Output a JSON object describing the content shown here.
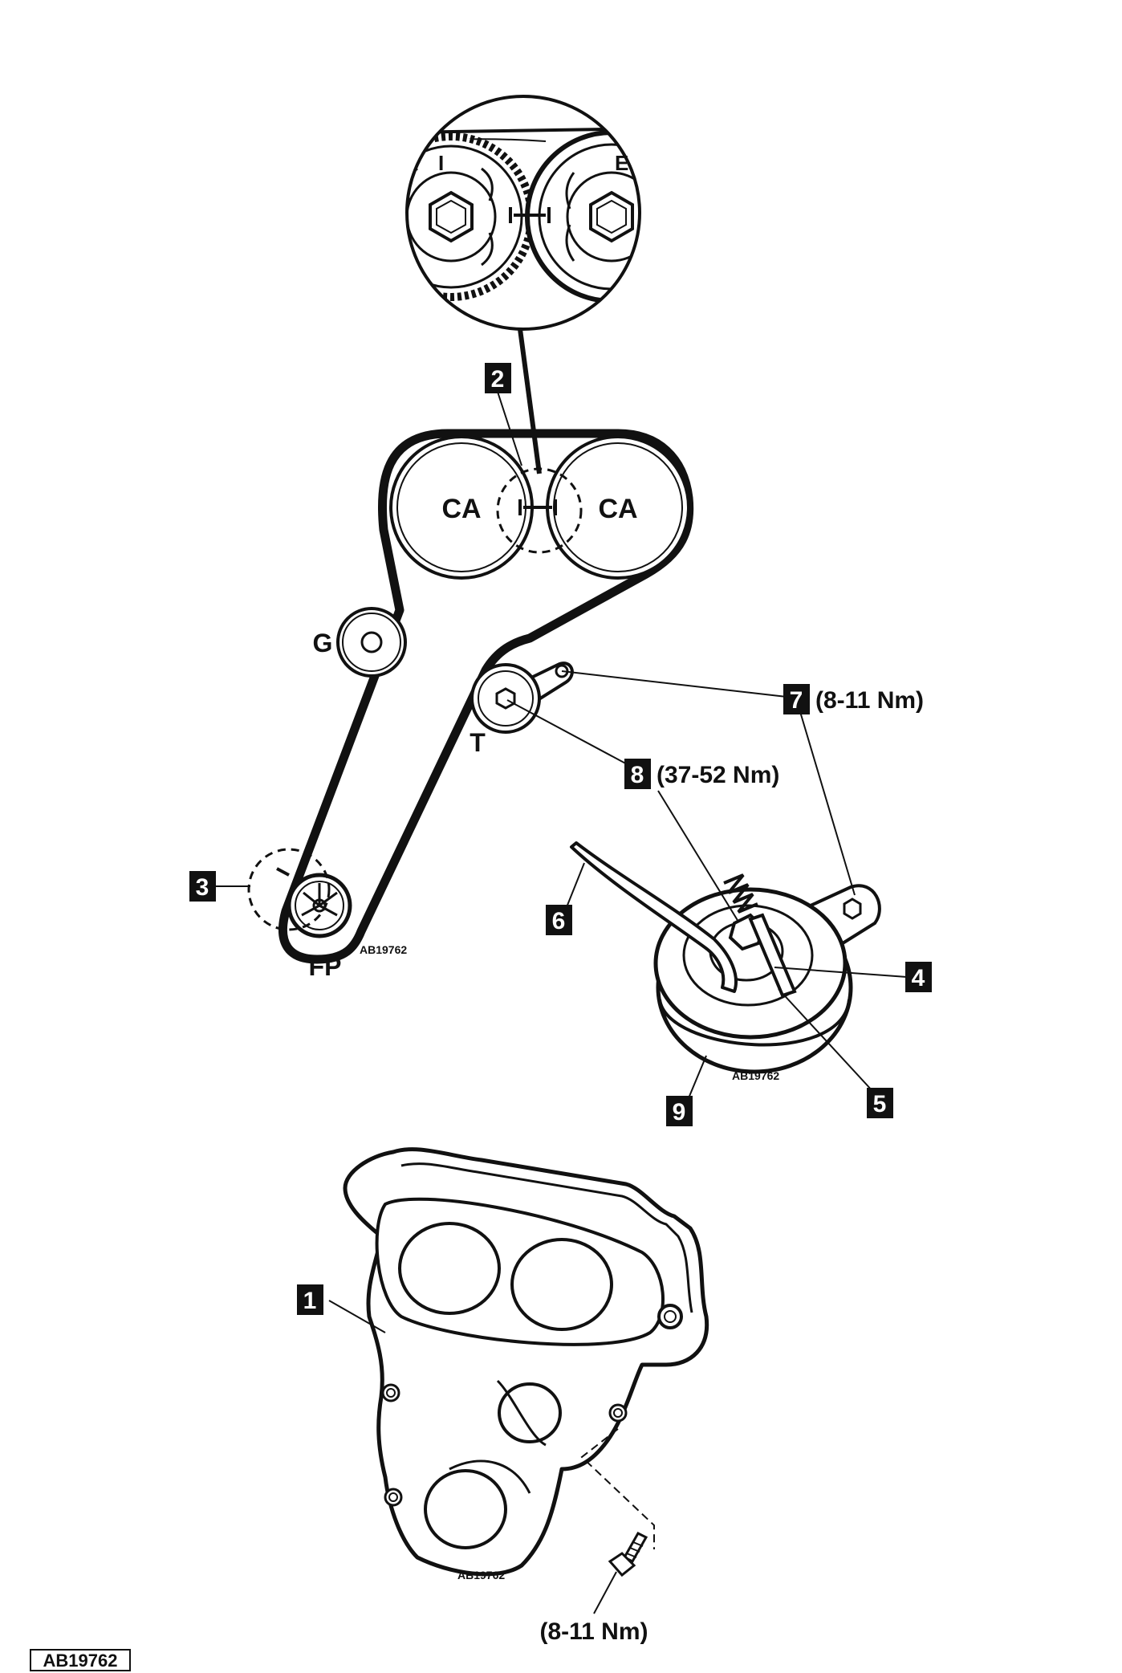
{
  "diagram": {
    "figure_code": "AB19762",
    "callouts": {
      "c1": "1",
      "c2": "2",
      "c3": "3",
      "c4": "4",
      "c5": "5",
      "c6": "6",
      "c7": "7",
      "c8": "8",
      "c9": "9"
    },
    "torques": {
      "t7": "(8-11 Nm)",
      "t8": "(37-52 Nm)",
      "bolt": "(8-11 Nm)"
    },
    "pulleys": {
      "cam_left": "CA",
      "cam_right": "CA",
      "idler": "G",
      "tensioner": "T",
      "fuel_pump": "FP"
    },
    "detail_marks": {
      "left_gear": "I",
      "right_gear": "E"
    },
    "sub_codes": {
      "belt_view": "AB19762",
      "tensioner_view": "AB19762",
      "cover_view": "AB19762"
    },
    "colors": {
      "ink": "#111111",
      "callout_fill": "#111111",
      "background": "#ffffff"
    }
  }
}
